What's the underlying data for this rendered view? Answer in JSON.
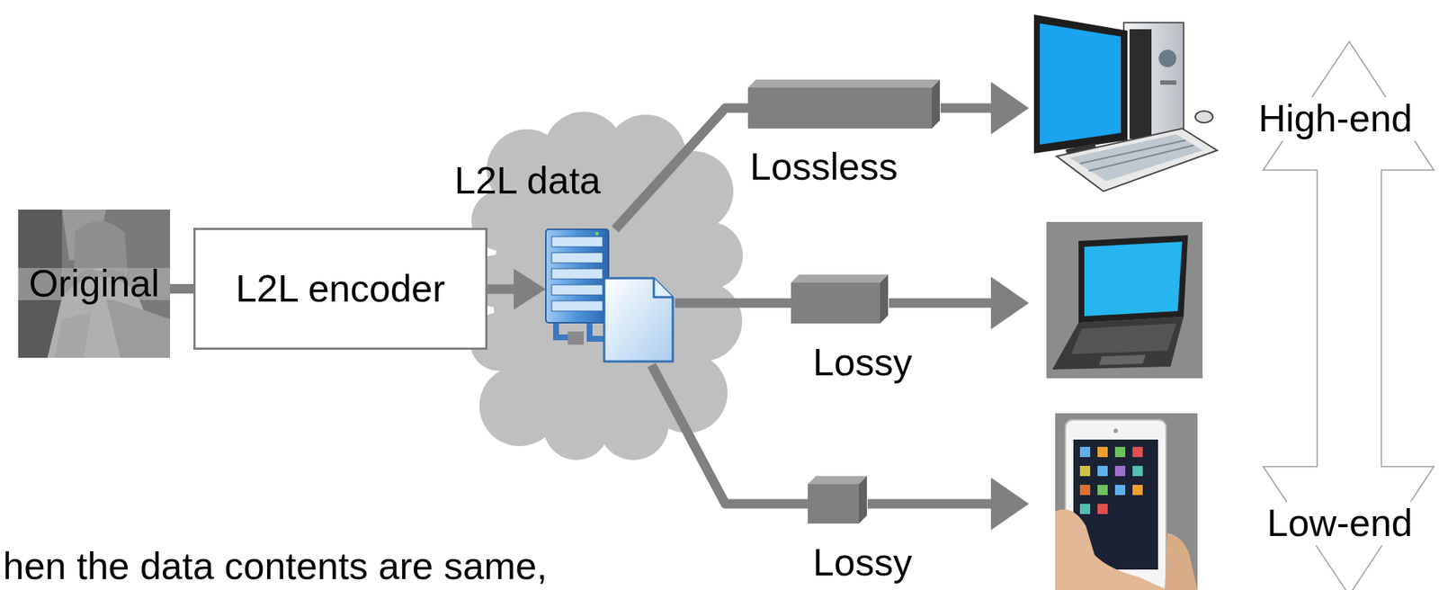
{
  "diagram": {
    "nodes": [
      {
        "text": [
          "Original"
        ]
      },
      {
        "text": [
          "L2L encoder"
        ]
      },
      {
        "text": [
          "L2L data"
        ]
      },
      {
        "text": [
          "Lossless"
        ]
      },
      {
        "text": [
          "Lossy"
        ]
      },
      {
        "text": [
          "Lossy"
        ]
      }
    ],
    "edges": [
      {
        "from": 0,
        "to": 1,
        "arrow": "none"
      },
      {
        "from": 1,
        "to": 2,
        "arrow": "to"
      },
      {
        "from": 2,
        "to": 3,
        "arrow": "none"
      },
      {
        "from": 2,
        "to": 4,
        "arrow": "none"
      },
      {
        "from": 2,
        "to": 5,
        "arrow": "none"
      }
    ],
    "labels": [
      "High-end",
      "Low-end",
      "hen the data contents are same,"
    ]
  }
}
